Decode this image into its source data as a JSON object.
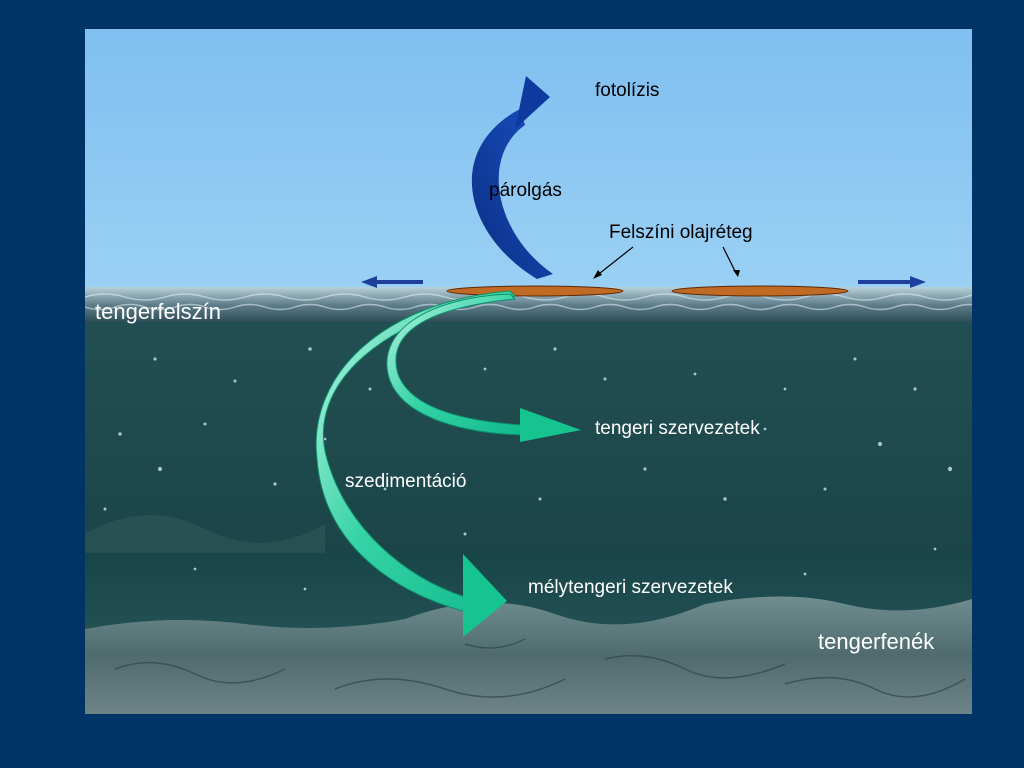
{
  "labels": {
    "photolysis": "fotolízis",
    "evaporation": "párolgás",
    "surface_oil_layer": "Felszíni olajréteg",
    "sea_surface": "tengerfelszín",
    "marine_organisms": "tengeri szervezetek",
    "sedimentation": "szedimentáció",
    "deep_sea_organisms": "mélytengeri szervezetek",
    "sea_floor": "tengerfenék"
  },
  "colors": {
    "slide_background": "#003366",
    "sky": "#87c3ef",
    "evaporation_arrow": "#0b3b9a",
    "spreading_arrows": "#1f3f9c",
    "oil_slick": "#c06a24",
    "sedimentation_arrows": "#19c79a",
    "water": "#1f4f52",
    "deep_water": "#164446",
    "seabed": "#5d7b7d"
  }
}
